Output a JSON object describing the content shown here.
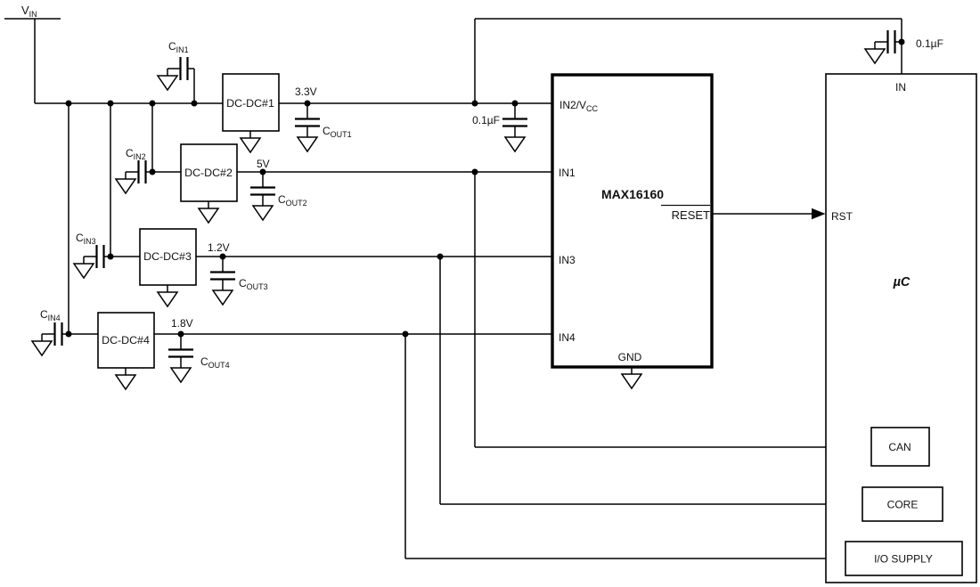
{
  "colors": {
    "line": "#000000",
    "text": "#111111",
    "background": "#ffffff"
  },
  "vin": {
    "main": "V",
    "sub": "IN"
  },
  "rails": [
    "3.3V",
    "5V",
    "1.2V",
    "1.8V"
  ],
  "dcdc": [
    "DC-DC#1",
    "DC-DC#2",
    "DC-DC#3",
    "DC-DC#4"
  ],
  "cin": [
    {
      "main": "C",
      "sub": "IN1"
    },
    {
      "main": "C",
      "sub": "IN2"
    },
    {
      "main": "C",
      "sub": "IN3"
    },
    {
      "main": "C",
      "sub": "IN4"
    }
  ],
  "cout": [
    {
      "main": "C",
      "sub": "OUT1"
    },
    {
      "main": "C",
      "sub": "OUT2"
    },
    {
      "main": "C",
      "sub": "OUT3"
    },
    {
      "main": "C",
      "sub": "OUT4"
    }
  ],
  "bypass_caps": {
    "supervisor": "0.1µF",
    "micro": "0.1µF"
  },
  "supervisor": {
    "name": "MAX16160",
    "pins": {
      "in2vcc": {
        "main": "IN2/V",
        "sub": "CC"
      },
      "in1": "IN1",
      "in3": "IN3",
      "in4": "IN4",
      "gnd": "GND",
      "reset": "RESET"
    }
  },
  "micro": {
    "name": "µC",
    "pins": {
      "in": "IN",
      "rst": "RST"
    },
    "blocks": [
      "CAN",
      "CORE",
      "I/O SUPPLY"
    ]
  }
}
